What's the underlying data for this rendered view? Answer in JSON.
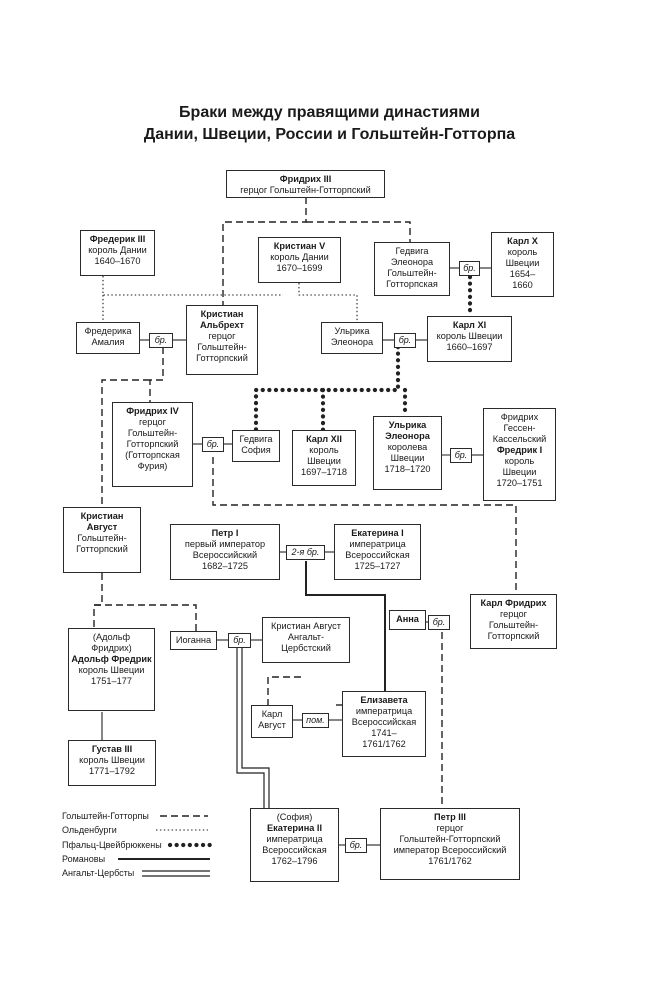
{
  "title": {
    "line1": "Браки между правящими династиями",
    "line2": "Дании, Швеции, России и Гольштейн-Готторпа"
  },
  "people": {
    "fridrih3": {
      "name": "Фридрих III",
      "lines": [
        "герцог Гольштейн-Готторпский"
      ]
    },
    "frederik3": {
      "name": "Фредерик III",
      "lines": [
        "король Дании",
        "1640–1670"
      ]
    },
    "kristian5": {
      "name": "Кристиан V",
      "lines": [
        "король Дании",
        "1670–1699"
      ]
    },
    "gedviga_eleonora": {
      "name": "",
      "lines": [
        "Гедвига",
        "Элеонора",
        "Гольштейн-",
        "Готторпская"
      ]
    },
    "karl10": {
      "name": "Карл X",
      "lines": [
        "король",
        "Швеции",
        "1654–",
        "1660"
      ]
    },
    "frederika_amalia": {
      "name": "",
      "lines": [
        "Фредерика",
        "Амалия"
      ]
    },
    "kristian_albreht": {
      "name": "Кристиан Альбрехт",
      "lines": [
        "герцог",
        "Гольштейн-",
        "Готторпский"
      ]
    },
    "ulrika_eleonora_d": {
      "name": "",
      "lines": [
        "Ульрика",
        "Элеонора"
      ]
    },
    "karl11": {
      "name": "Карл XI",
      "lines": [
        "король Швеции",
        "1660–1697"
      ]
    },
    "fridrih4": {
      "name": "Фридрих IV",
      "lines": [
        "герцог",
        "Гольштейн-",
        "Готторпский",
        "(Готторпская",
        "Фурия)"
      ]
    },
    "gedviga_sofia": {
      "name": "",
      "lines": [
        "Гедвига",
        "София"
      ]
    },
    "karl12": {
      "name": "Карл XII",
      "lines": [
        "король",
        "Швеции",
        "1697–1718"
      ]
    },
    "ulrika_eleonora_q": {
      "name": "Ульрика Элеонора",
      "lines": [
        "королева",
        "Швеции",
        "1718–1720"
      ]
    },
    "fridrih_gessen": {
      "name": "Фредрик I",
      "pre": [
        "Фридрих",
        "Гессен-",
        "Кассельский"
      ],
      "lines": [
        "король",
        "Швеции",
        "1720–1751"
      ]
    },
    "kristian_avgust": {
      "name": "Кристиан Август",
      "lines": [
        "Гольштейн-",
        "Готторпский"
      ]
    },
    "petr1": {
      "name": "Петр I",
      "lines": [
        "первый император",
        "Всероссийский",
        "1682–1725"
      ]
    },
    "ekaterina1": {
      "name": "Екатерина I",
      "lines": [
        "императрица",
        "Всероссийская",
        "1725–1727"
      ]
    },
    "anna": {
      "name": "Анна",
      "lines": []
    },
    "karl_fridrih": {
      "name": "Карл Фридрих",
      "lines": [
        "герцог",
        "Гольштейн-",
        "Готторпский"
      ]
    },
    "adolf_fredrik": {
      "name": "Адольф Фредрик",
      "pre": [
        "(Адольф",
        "Фридрих)"
      ],
      "lines": [
        "король Швеции",
        "1751–177"
      ]
    },
    "ioganna": {
      "name": "",
      "lines": [
        "Иоганна"
      ]
    },
    "kristian_avgust_ac": {
      "name": "",
      "lines": [
        "Кристиан Август",
        "Ангальт-",
        "Цербстский"
      ]
    },
    "karl_avgust": {
      "name": "",
      "lines": [
        "Карл",
        "Август"
      ]
    },
    "elizaveta": {
      "name": "Елизавета",
      "lines": [
        "императрица",
        "Всероссийская",
        "1741–",
        "1761/1762"
      ]
    },
    "gustav3": {
      "name": "Густав III",
      "lines": [
        "король Швеции",
        "1771–1792"
      ]
    },
    "ekaterina2": {
      "name": "Екатерина II",
      "pre": [
        "(София)"
      ],
      "lines": [
        "императрица",
        "Всероссийская",
        "1762–1796"
      ]
    },
    "petr3": {
      "name": "Петр III",
      "lines": [
        "герцог",
        "Гольштейн-Готторпский",
        "император Всероссийский",
        "1761/1762"
      ]
    }
  },
  "markers": {
    "br": "бр.",
    "br2": "2-я бр.",
    "pom": "пом."
  },
  "legend": [
    {
      "label": "Гольштейн-Готторпы",
      "style": "dashed"
    },
    {
      "label": "Ольденбурги",
      "style": "dotted"
    },
    {
      "label": "Пфальц-Цвейбрюккены",
      "style": "bigdots"
    },
    {
      "label": "Романовы",
      "style": "solid"
    },
    {
      "label": "Ангальт-Цербсты",
      "style": "double"
    }
  ]
}
